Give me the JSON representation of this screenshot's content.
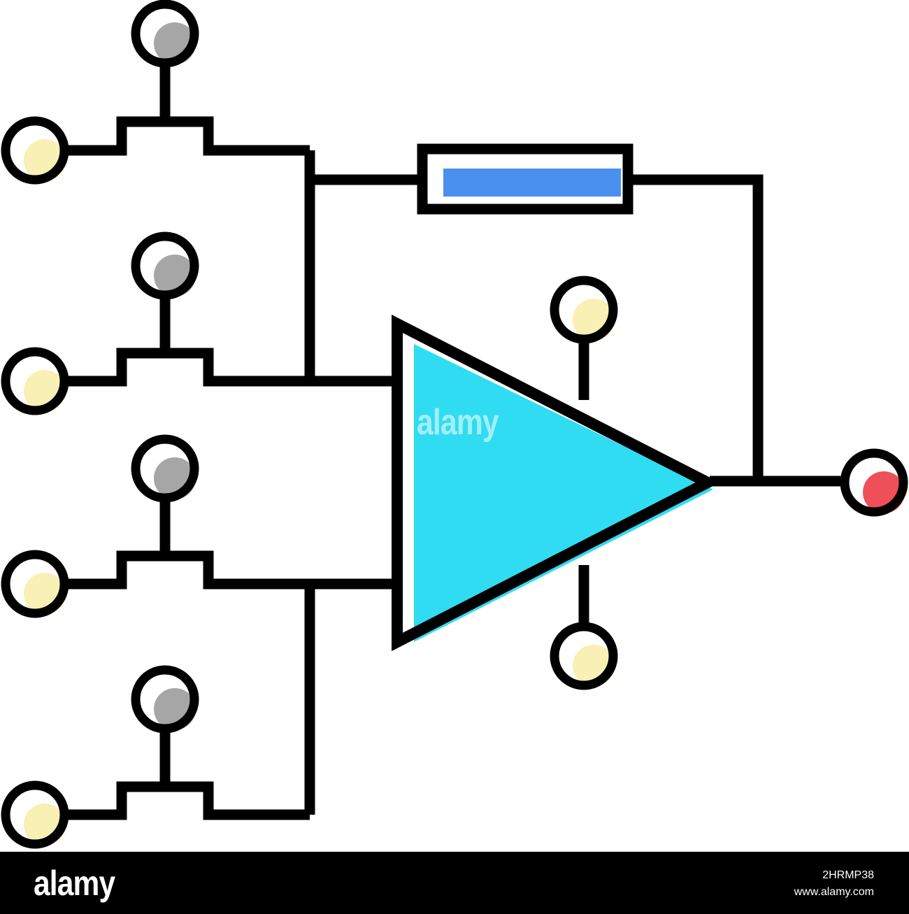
{
  "diagram": {
    "colors": {
      "stroke": "#000000",
      "amplifier_fill": "#30dcf2",
      "resistor_fill": "#4a90ee",
      "input_terminal_fill": "#f8f0b4",
      "gate_terminal_fill": "#a6a6a6",
      "output_terminal_fill": "#ef4f58",
      "supply_terminal_fill": "#f8f0b4"
    },
    "components": {
      "amplifier": "operational-amplifier",
      "feedback": "resistor",
      "switches": 4,
      "input_terminals": 4,
      "gate_terminals": 4,
      "supply_terminals": 2,
      "output_terminals": 1
    }
  },
  "watermark": {
    "center_text": "alamy"
  },
  "footer": {
    "logo_text": "alamy",
    "image_id": "2HRMP38",
    "site": "www.alamy.com"
  }
}
